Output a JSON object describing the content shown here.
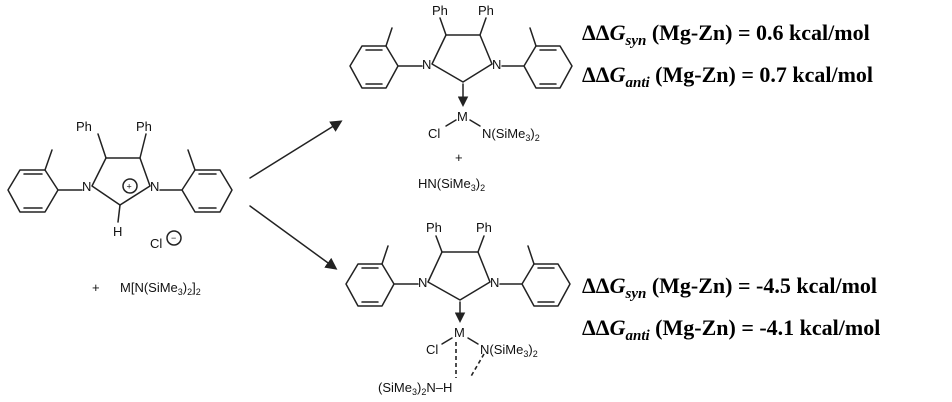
{
  "reactant": {
    "ph_left": "Ph",
    "ph_right": "Ph",
    "n_left": "N",
    "n_right": "N",
    "plus": "+",
    "h": "H",
    "counterion": "Cl",
    "minus": "−",
    "reagent_prefix": "+",
    "reagent_main": "M[N(SiMe",
    "reagent_sub": "3",
    "reagent_mid": ")",
    "reagent_sub2": "2",
    "reagent_end": "]",
    "reagent_sub3": "2"
  },
  "product_top": {
    "ph_left": "Ph",
    "ph_right": "Ph",
    "n_left": "N",
    "n_right": "N",
    "metal": "M",
    "cl": "Cl",
    "amide": "N(SiMe",
    "amide_sub1": "3",
    "amide_close": ")",
    "amide_sub2": "2",
    "plus": "+",
    "byproduct": "HN(SiMe",
    "byproduct_sub1": "3",
    "byproduct_close": ")",
    "byproduct_sub2": "2"
  },
  "product_bottom": {
    "ph_left": "Ph",
    "ph_right": "Ph",
    "n_left": "N",
    "n_right": "N",
    "metal": "M",
    "cl": "Cl",
    "amide": "N(SiMe",
    "amide_sub1": "3",
    "amide_close": ")",
    "amide_sub2": "2",
    "amine_open": "(SiMe",
    "amine_sub1": "3",
    "amine_close": ")",
    "amine_sub2": "2",
    "amine_nh": "N–H"
  },
  "energies": {
    "top": [
      {
        "prefix": "ΔΔ",
        "g": "G",
        "sub": "syn",
        "rest": " (Mg-Zn) = 0.6 kcal/mol"
      },
      {
        "prefix": "ΔΔ",
        "g": "G",
        "sub": "anti",
        "rest": " (Mg-Zn) = 0.7 kcal/mol"
      }
    ],
    "bottom": [
      {
        "prefix": "ΔΔ",
        "g": "G",
        "sub": "syn",
        "rest": " (Mg-Zn) = -4.5 kcal/mol"
      },
      {
        "prefix": "ΔΔ",
        "g": "G",
        "sub": "anti",
        "rest": " (Mg-Zn) = -4.1 kcal/mol"
      }
    ]
  }
}
